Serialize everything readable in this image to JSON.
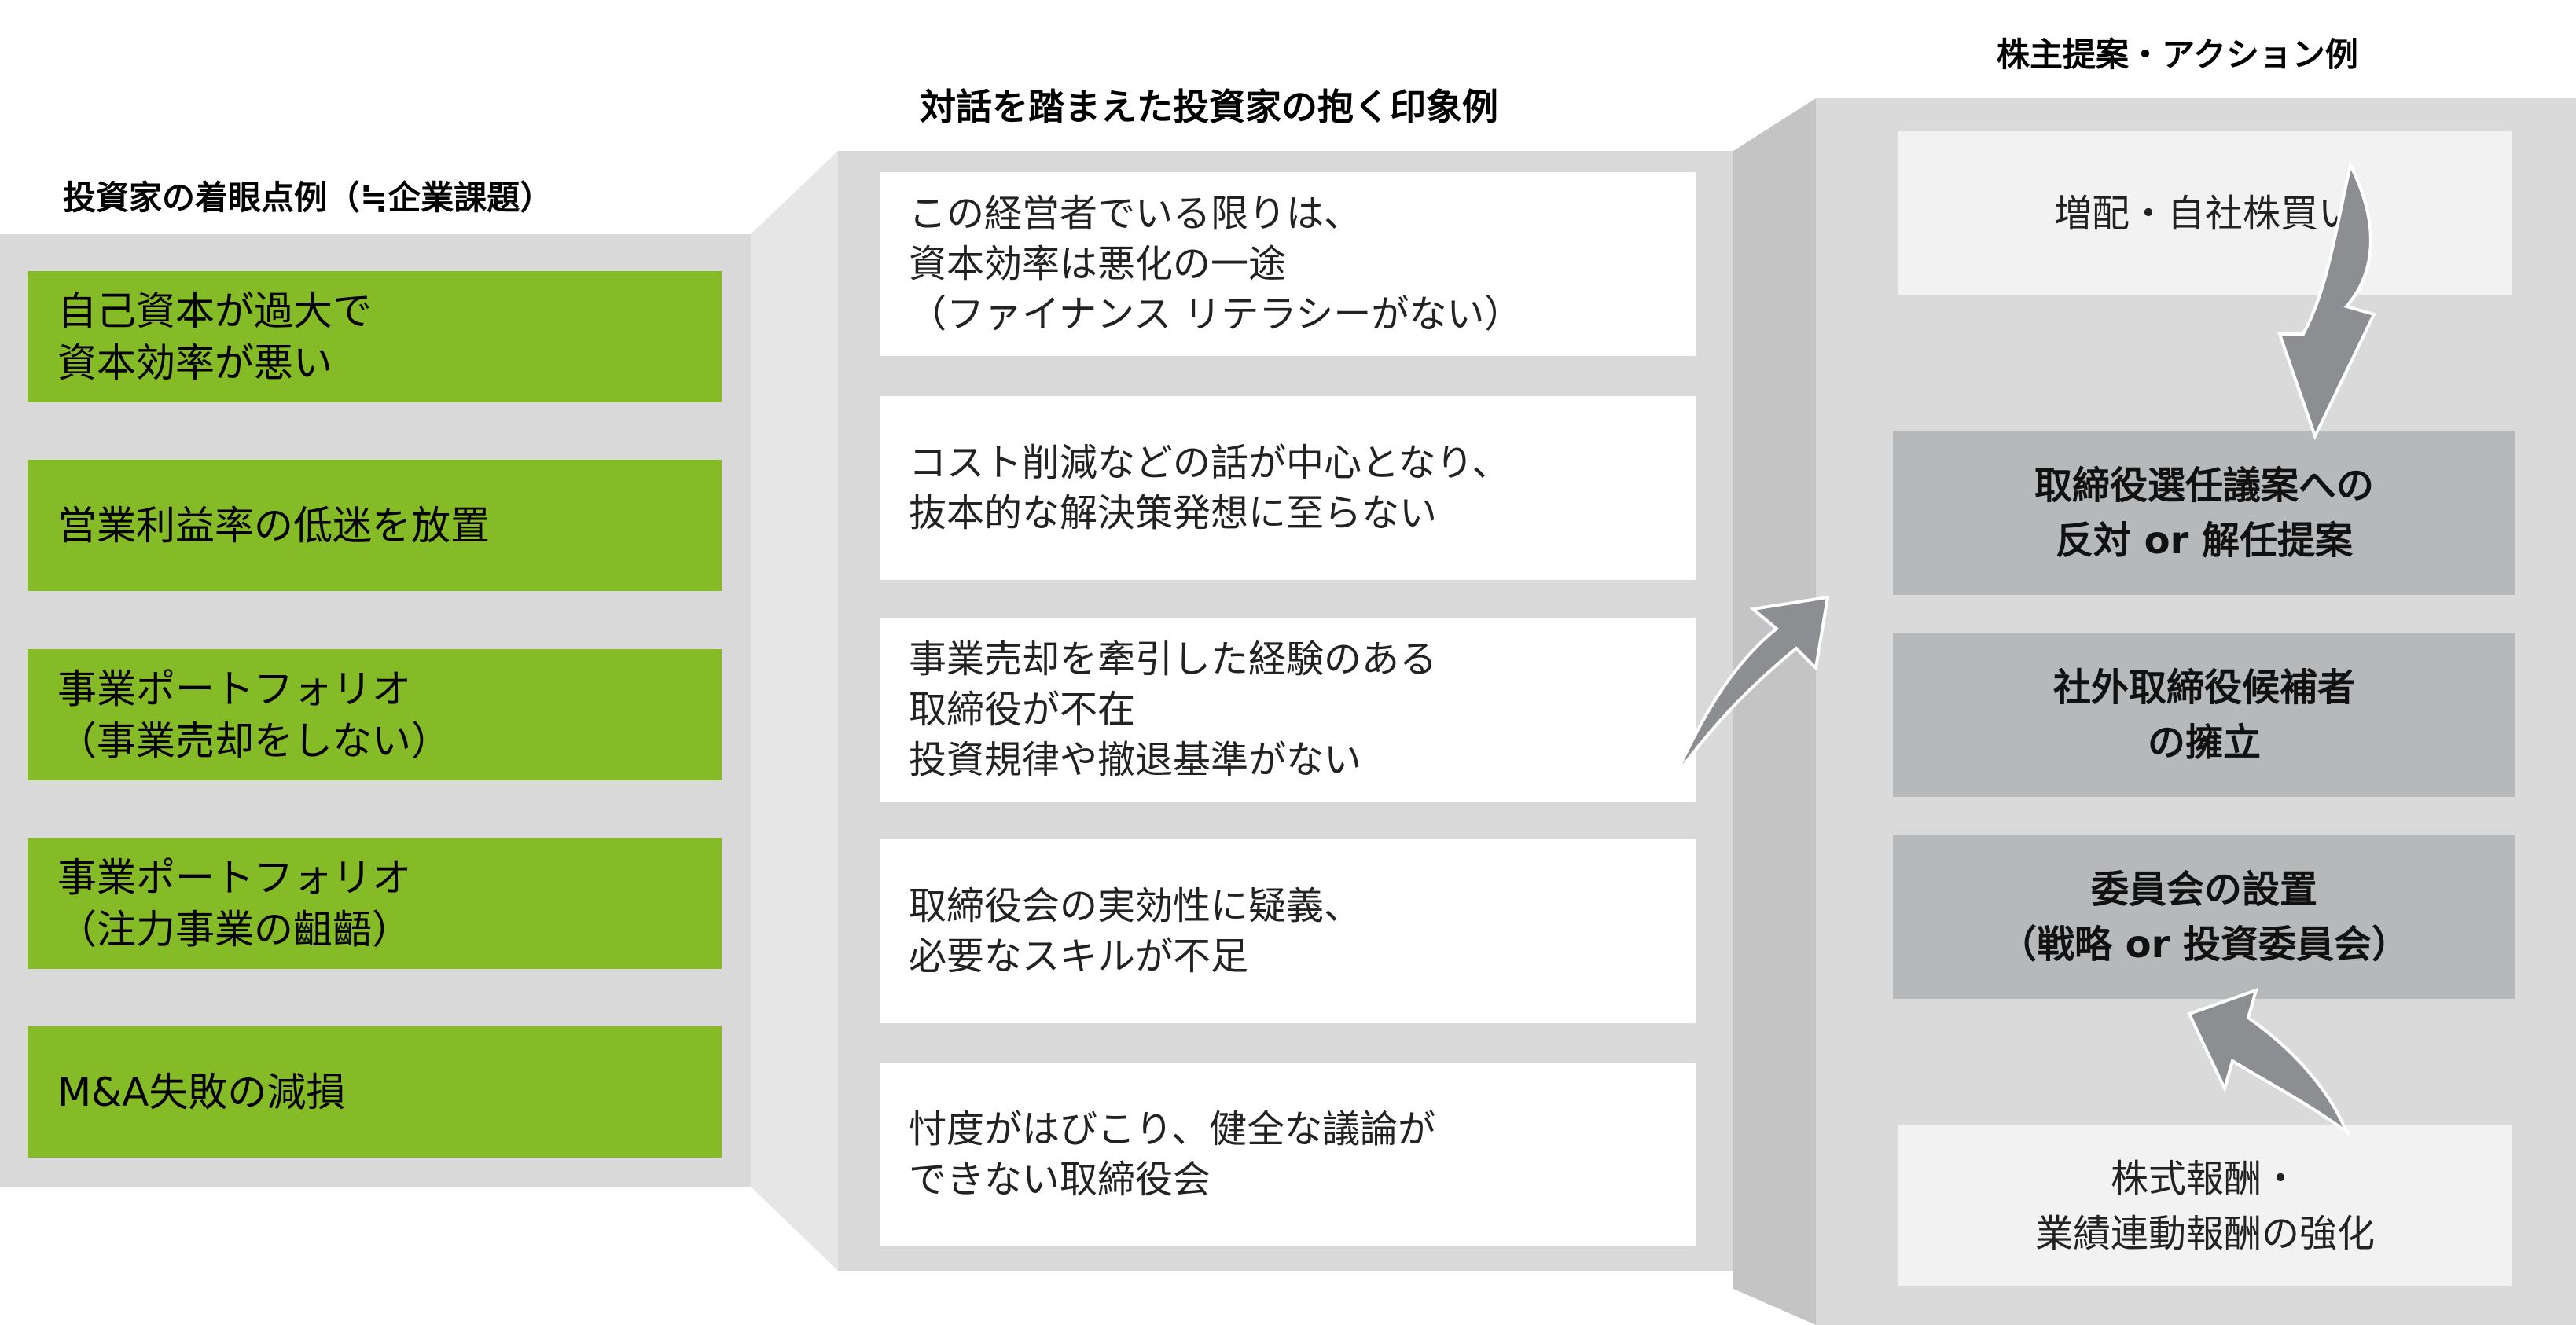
{
  "headers": {
    "left": "投資家の着眼点例（≒企業課題）",
    "middle": "対話を踏まえた投資家の抱く印象例",
    "right": "株主提案・アクション例"
  },
  "focus_points": [
    {
      "lines": [
        "自己資本が過大で",
        "資本効率が悪い"
      ]
    },
    {
      "lines": [
        "営業利益率の低迷を放置"
      ]
    },
    {
      "lines": [
        "事業ポートフォリオ",
        "（事業売却をしない）"
      ]
    },
    {
      "lines": [
        "事業ポートフォリオ",
        "（注力事業の齟齬）"
      ]
    },
    {
      "lines": [
        "M&A失敗の減損"
      ]
    }
  ],
  "impressions": [
    {
      "lines": [
        "この経営者でいる限りは、",
        "資本効率は悪化の一途",
        "（ファイナンス リテラシーがない）"
      ]
    },
    {
      "lines": [
        "コスト削減などの話が中心となり、",
        "抜本的な解決策発想に至らない"
      ]
    },
    {
      "lines": [
        "事業売却を牽引した経験のある",
        "取締役が不在",
        "投資規律や撤退基準がない"
      ]
    },
    {
      "lines": [
        "取締役会の実効性に疑義、",
        "必要なスキルが不足"
      ]
    },
    {
      "lines": [
        "忖度がはびこり、健全な議論が",
        "できない取締役会"
      ]
    }
  ],
  "actions": {
    "top": {
      "lines": [
        "増配・自社株買い"
      ]
    },
    "main": [
      {
        "lines": [
          "取締役選任議案への",
          "反対 or 解任提案"
        ]
      },
      {
        "lines": [
          "社外取締役候補者",
          "の擁立"
        ]
      },
      {
        "lines": [
          "委員会の設置",
          "（戦略 or 投資委員会）"
        ]
      }
    ],
    "bottom": {
      "lines": [
        "株式報酬・",
        "業績連動報酬の強化"
      ]
    }
  },
  "colors": {
    "green": "#84bb26",
    "panel": "#d9d9d9",
    "dark_box": "#b7b8ba",
    "arrow": "#8c8e92"
  }
}
